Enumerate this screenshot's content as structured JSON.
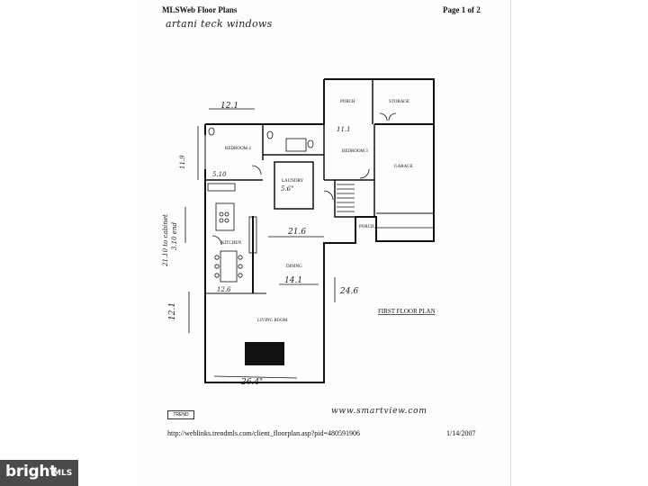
{
  "header": {
    "left": "MLSWeb Floor Plans",
    "right": "Page 1 of 2"
  },
  "handwriting": {
    "top_note": "artani teck windows",
    "site": "www.smartview.com"
  },
  "rooms": {
    "porch_top": "PORCH",
    "storage": "STORAGE",
    "bedroom4": "BEDROOM 4",
    "bedroom3": "BEDROOM 3",
    "garage": "GARAGE",
    "laundry": "LAUNDRY",
    "kitchen": "KITCHEN",
    "porch_bottom": "PORCH",
    "dining": "DINING",
    "living": "LIVING ROOM"
  },
  "plan_title": "FIRST FLOOR PLAN",
  "dimensions": {
    "top_width": "12.1",
    "bed4_height": "11.9",
    "bed3_width": "11.1",
    "bed4_closet": "5.10",
    "laundry": "5.6\"",
    "kitchen_note_line1": "21.10 to cabinet",
    "kitchen_note_line2": "3.10 end",
    "dining_width": "21.6",
    "dining_depth": "14.1",
    "right_depth": "24.6",
    "kitchen_small": "12.6",
    "left_height": "12.1",
    "bottom_width": "26.4\""
  },
  "badge": "TREND",
  "footer": {
    "url": "http://weblinks.trendmls.com/client_floorplan.asp?pid=480591906",
    "date": "1/14/2007"
  },
  "logo": {
    "main": "bright",
    "sub": "MLS"
  }
}
